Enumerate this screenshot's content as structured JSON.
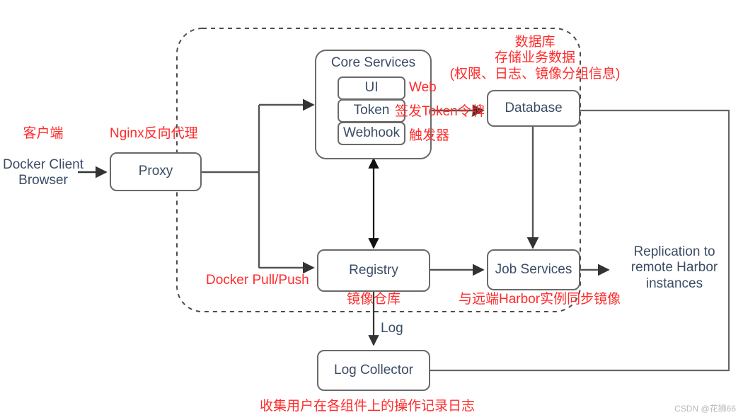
{
  "diagram": {
    "title": "Harbor Architecture Diagram",
    "colors": {
      "annotation_red": "#ff2b2b",
      "node_text": "#3b4c66",
      "node_border": "#6a6a6a",
      "boundary_dashed": "#4d4d4d",
      "watermark": "#b9b9b9",
      "background": "#ffffff"
    }
  },
  "nodes": {
    "proxy": "Proxy",
    "core_services": "Core Services",
    "core_ui": "UI",
    "core_token": "Token",
    "core_webhook": "Webhook",
    "database": "Database",
    "registry": "Registry",
    "job_services": "Job Services",
    "log_collector": "Log Collector"
  },
  "external": {
    "client_line1": "Docker Client",
    "client_line2": "Browser",
    "replication_line1": "Replication to",
    "replication_line2": "remote Harbor",
    "replication_line3": "instances"
  },
  "edge_labels": {
    "log": "Log"
  },
  "annotations": {
    "client": "客户端",
    "nginx_proxy": "Nginx反向代理",
    "web": "Web",
    "token": "签发Token令牌",
    "webhook": "触发器",
    "database_line1": "数据库",
    "database_line2": "存储业务数据",
    "database_line3": "(权限、日志、镜像分组信息)",
    "docker_pull_push": "Docker Pull/Push",
    "registry_repo": "镜像仓库",
    "job_sync": "与远端Harbor实例同步镜像",
    "log_collect": "收集用户在各组件上的操作记录日志"
  },
  "watermark": "CSDN @花狮66"
}
